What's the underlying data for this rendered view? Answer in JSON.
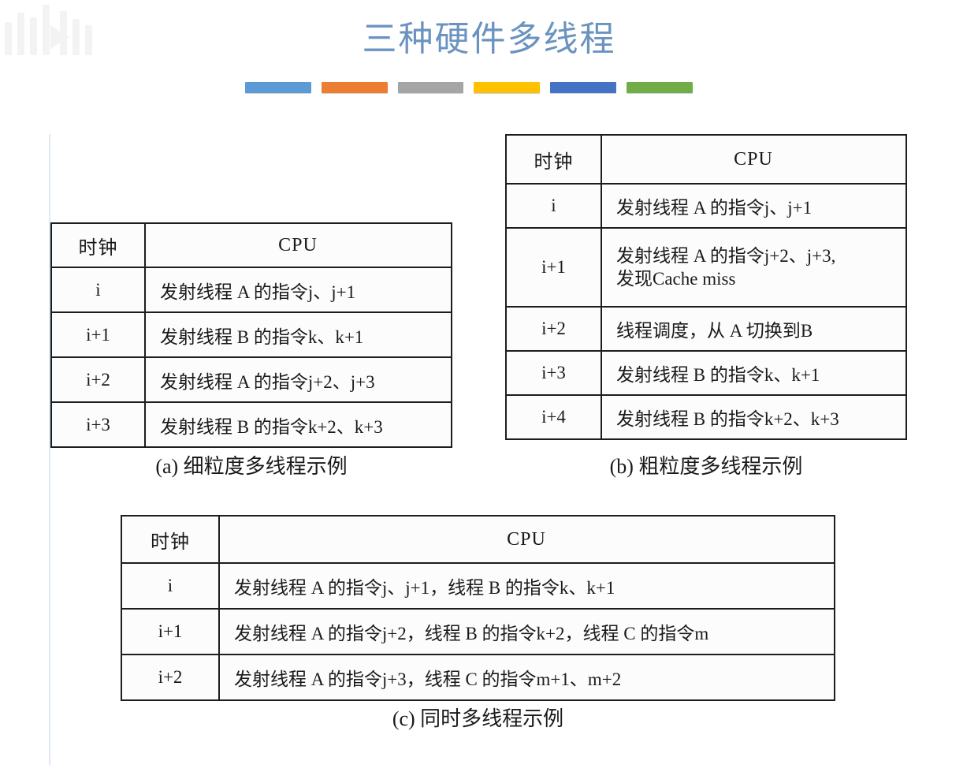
{
  "slide": {
    "title": "三种硬件多线程",
    "title_color": "#6b93c0",
    "background": "#ffffff",
    "watermark_icon": "bilibili-logo-watermark"
  },
  "accent_bars": [
    {
      "name": "bar-blue",
      "color": "#5b9bd5"
    },
    {
      "name": "bar-orange",
      "color": "#ed7d31"
    },
    {
      "name": "bar-gray",
      "color": "#a5a5a5"
    },
    {
      "name": "bar-yellow",
      "color": "#ffc000"
    },
    {
      "name": "bar-darkblue",
      "color": "#4472c4"
    },
    {
      "name": "bar-green",
      "color": "#70ad47"
    }
  ],
  "tables": {
    "a": {
      "caption": "(a) 细粒度多线程示例",
      "headers": [
        "时钟",
        "CPU"
      ],
      "rows": [
        {
          "clock": "i",
          "cpu": "发射线程 A 的指令j、j+1"
        },
        {
          "clock": "i+1",
          "cpu": "发射线程 B 的指令k、k+1"
        },
        {
          "clock": "i+2",
          "cpu": "发射线程 A 的指令j+2、j+3"
        },
        {
          "clock": "i+3",
          "cpu": "发射线程 B 的指令k+2、k+3"
        }
      ]
    },
    "b": {
      "caption": "(b) 粗粒度多线程示例",
      "headers": [
        "时钟",
        "CPU"
      ],
      "rows": [
        {
          "clock": "i",
          "cpu": "发射线程 A 的指令j、j+1"
        },
        {
          "clock": "i+1",
          "cpu_line1": "发射线程 A 的指令j+2、j+3,",
          "cpu_line2": "发现Cache miss"
        },
        {
          "clock": "i+2",
          "cpu": "线程调度，从 A 切换到B"
        },
        {
          "clock": "i+3",
          "cpu": "发射线程 B 的指令k、k+1"
        },
        {
          "clock": "i+4",
          "cpu": "发射线程 B 的指令k+2、k+3"
        }
      ]
    },
    "c": {
      "caption": "(c) 同时多线程示例",
      "headers": [
        "时钟",
        "CPU"
      ],
      "rows": [
        {
          "clock": "i",
          "cpu": "发射线程 A 的指令j、j+1，线程 B 的指令k、k+1"
        },
        {
          "clock": "i+1",
          "cpu": "发射线程 A 的指令j+2，线程 B 的指令k+2，线程 C 的指令m"
        },
        {
          "clock": "i+2",
          "cpu": "发射线程 A 的指令j+3，线程 C 的指令m+1、m+2"
        }
      ]
    }
  }
}
